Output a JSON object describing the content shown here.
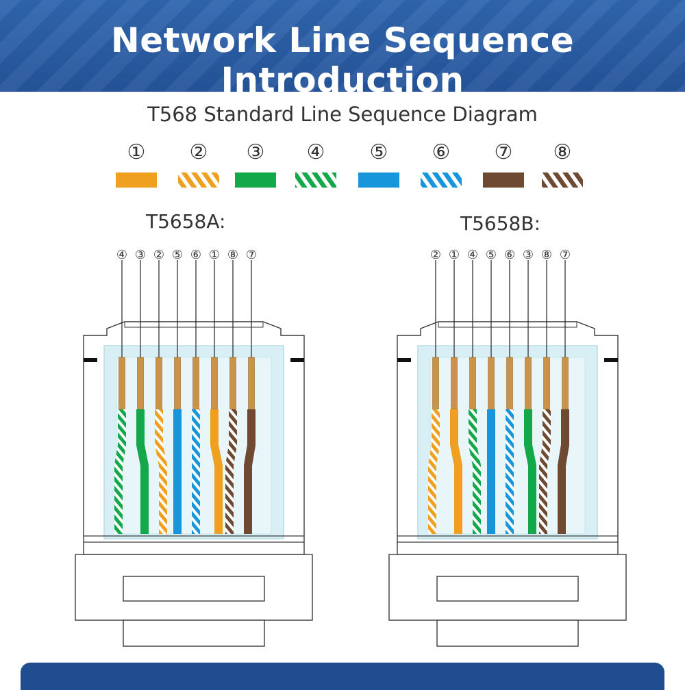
{
  "header": {
    "title": "Network Line Sequence Introduction"
  },
  "subtitle": "T568 Standard Line Sequence Diagram",
  "colors": {
    "orange": "#f0a020",
    "green": "#13a84a",
    "blue": "#1796dc",
    "brown": "#6e4a32",
    "banner": "#2a5ca3",
    "copper": "#c9944a"
  },
  "legend": [
    {
      "num": "①",
      "color": "orange",
      "striped": false
    },
    {
      "num": "②",
      "color": "orange",
      "striped": true
    },
    {
      "num": "③",
      "color": "green",
      "striped": false
    },
    {
      "num": "④",
      "color": "green",
      "striped": true
    },
    {
      "num": "⑤",
      "color": "blue",
      "striped": false
    },
    {
      "num": "⑥",
      "color": "blue",
      "striped": true
    },
    {
      "num": "⑦",
      "color": "brown",
      "striped": false
    },
    {
      "num": "⑧",
      "color": "brown",
      "striped": true
    }
  ],
  "standards": [
    {
      "label": "T5658A:",
      "order": [
        "④",
        "③",
        "②",
        "⑤",
        "⑥",
        "①",
        "⑧",
        "⑦"
      ]
    },
    {
      "label": "T5658B:",
      "order": [
        "②",
        "①",
        "④",
        "⑤",
        "⑥",
        "③",
        "⑧",
        "⑦"
      ]
    }
  ]
}
